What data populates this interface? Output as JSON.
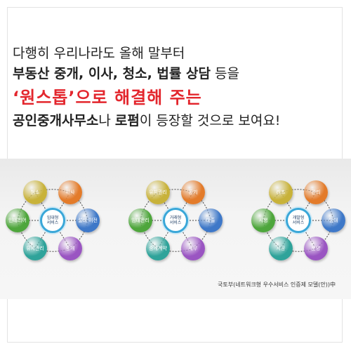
{
  "headline": {
    "line1": "다행히 우리나라도 올해 말부터",
    "line2_bold": "부동산 중개, 이사, 청소, 법률 상담",
    "line2_rest": " 등을",
    "line3": "‘원스톱’으로 해결해 주는",
    "line4_bold1": "공인중개사무소",
    "line4_mid": "나 ",
    "line4_bold2": "로펌",
    "line4_rest": "이 등장할 것으로 보여요!"
  },
  "diagrams": [
    {
      "center": "임대형\n서비스",
      "nodes": [
        {
          "label": "청소",
          "color": "#c8b23a"
        },
        {
          "label": "이사",
          "color": "#e37b2a"
        },
        {
          "label": "설비 이전",
          "color": "#3e78c8"
        },
        {
          "label": "중개",
          "color": "#9a55c2"
        },
        {
          "label": "유지관리",
          "color": "#2fa39a"
        },
        {
          "label": "인테리어",
          "color": "#4ea63c"
        }
      ]
    },
    {
      "center": "거래형\n서비스",
      "nodes": [
        {
          "label": "유지관리",
          "color": "#c8b23a"
        },
        {
          "label": "등기",
          "color": "#e37b2a"
        },
        {
          "label": "대출",
          "color": "#3e78c8"
        },
        {
          "label": "세무",
          "color": "#9a55c2"
        },
        {
          "label": "중개계약",
          "color": "#2fa39a"
        },
        {
          "label": "임대관리",
          "color": "#4ea63c"
        }
      ]
    },
    {
      "center": "개발형\n서비스",
      "nodes": [
        {
          "label": "리츠",
          "color": "#c8b23a"
        },
        {
          "label": "관리",
          "color": "#e37b2a"
        },
        {
          "label": "임대",
          "color": "#3e78c8"
        },
        {
          "label": "분양",
          "color": "#9a55c2"
        },
        {
          "label": "시공",
          "color": "#2fa39a"
        },
        {
          "label": "시행",
          "color": "#4ea63c"
        }
      ]
    }
  ],
  "source": "국토부(네트워크형 우수서비스 인증제 모델(안))中"
}
